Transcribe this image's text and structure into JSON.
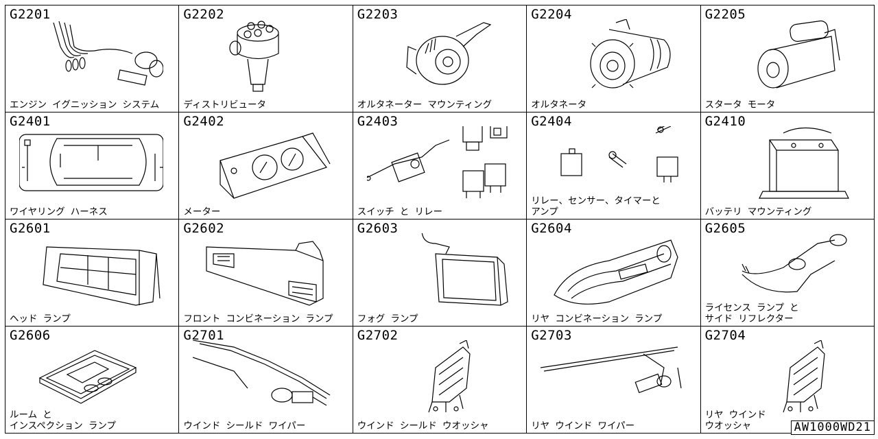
{
  "catalog": {
    "reference_code": "AW1000WD21",
    "items": [
      {
        "code": "G2201",
        "label": "エンジン イグニッション システム",
        "icon": "ignition-system-icon"
      },
      {
        "code": "G2202",
        "label": "ディストリビュータ",
        "icon": "distributor-icon"
      },
      {
        "code": "G2203",
        "label": "オルタネーター マウンティング",
        "icon": "alternator-mounting-icon"
      },
      {
        "code": "G2204",
        "label": "オルタネータ",
        "icon": "alternator-icon"
      },
      {
        "code": "G2205",
        "label": "スタータ モータ",
        "icon": "starter-motor-icon"
      },
      {
        "code": "G2401",
        "label": "ワイヤリング ハーネス",
        "icon": "wiring-harness-icon"
      },
      {
        "code": "G2402",
        "label": "メーター",
        "icon": "meter-icon"
      },
      {
        "code": "G2403",
        "label": "スイッチ と リレー",
        "icon": "switch-relay-icon"
      },
      {
        "code": "G2404",
        "label": "リレー、センサー、タイマーと\n アンプ",
        "icon": "relay-sensor-icon"
      },
      {
        "code": "G2410",
        "label": "バッテリ マウンティング",
        "icon": "battery-icon"
      },
      {
        "code": "G2601",
        "label": "ヘッド ランプ",
        "icon": "head-lamp-icon"
      },
      {
        "code": "G2602",
        "label": "フロント コンビネーション ランプ",
        "icon": "front-combination-lamp-icon"
      },
      {
        "code": "G2603",
        "label": "フォグ ランプ",
        "icon": "fog-lamp-icon"
      },
      {
        "code": "G2604",
        "label": "リヤ コンビネーション ランプ",
        "icon": "rear-combination-lamp-icon"
      },
      {
        "code": "G2605",
        "label": "ライセンス ランプ と\n サイド リフレクター",
        "icon": "license-lamp-icon"
      },
      {
        "code": "G2606",
        "label": "ルーム と\n インスペクション ランプ",
        "icon": "room-lamp-icon"
      },
      {
        "code": "G2701",
        "label": "ウインド シールド ワイパー",
        "icon": "windshield-wiper-icon"
      },
      {
        "code": "G2702",
        "label": "ウインド シールド ウオッシャ",
        "icon": "windshield-washer-icon"
      },
      {
        "code": "G2703",
        "label": "リヤ ウインド ワイパー",
        "icon": "rear-wiper-icon"
      },
      {
        "code": "G2704",
        "label": "リヤ ウインド\nウオッシャ",
        "icon": "rear-washer-icon"
      }
    ]
  }
}
